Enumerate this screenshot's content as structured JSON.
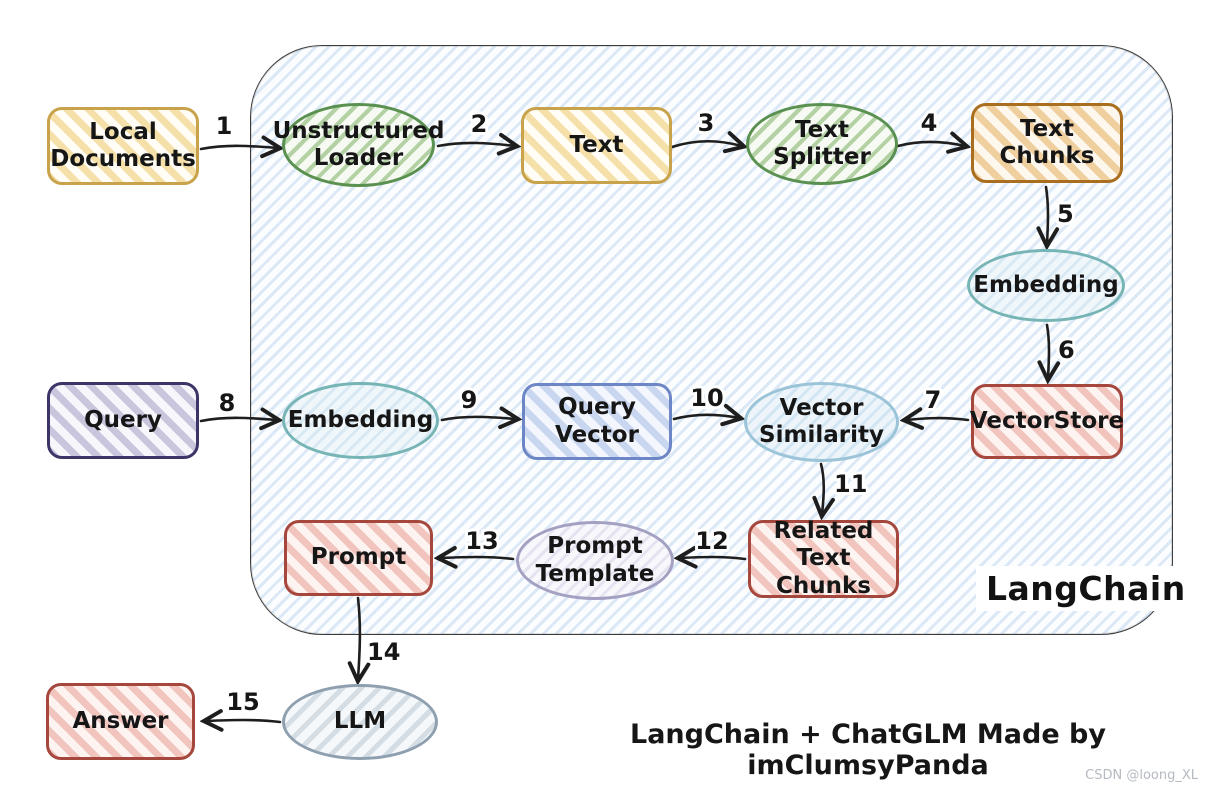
{
  "diagram": {
    "container": {
      "label": "LangChain"
    },
    "caption": "LangChain + ChatGLM Made by imClumsyPanda",
    "watermark": "CSDN @loong_XL",
    "nodes": {
      "local_documents": {
        "lines": [
          "Local",
          "Documents"
        ],
        "shape": "rect",
        "color": "#c8a34b"
      },
      "unstructured_loader": {
        "lines": [
          "Unstructured",
          "Loader"
        ],
        "shape": "ellipse",
        "color": "#5a9150"
      },
      "text": {
        "lines": [
          "Text"
        ],
        "shape": "rect",
        "color": "#c8a34b"
      },
      "text_splitter": {
        "lines": [
          "Text",
          "Splitter"
        ],
        "shape": "ellipse",
        "color": "#5a9150"
      },
      "text_chunks": {
        "lines": [
          "Text",
          "Chunks"
        ],
        "shape": "rect",
        "color": "#aa6e20"
      },
      "embedding_top": {
        "lines": [
          "Embedding"
        ],
        "shape": "ellipse",
        "color": "#76b4b5"
      },
      "vectorstore": {
        "lines": [
          "VectorStore"
        ],
        "shape": "rect",
        "color": "#a6473e"
      },
      "query": {
        "lines": [
          "Query"
        ],
        "shape": "rect",
        "color": "#3c3568"
      },
      "embedding_query": {
        "lines": [
          "Embedding"
        ],
        "shape": "ellipse",
        "color": "#76b4b5"
      },
      "query_vector": {
        "lines": [
          "Query",
          "Vector"
        ],
        "shape": "rect",
        "color": "#6d86c5"
      },
      "vector_similarity": {
        "lines": [
          "Vector",
          "Similarity"
        ],
        "shape": "ellipse",
        "color": "#9bc4d8"
      },
      "related_text_chunks": {
        "lines": [
          "Related",
          "Text Chunks"
        ],
        "shape": "rect",
        "color": "#a6473e"
      },
      "prompt_template": {
        "lines": [
          "Prompt",
          "Template"
        ],
        "shape": "ellipse",
        "color": "#a3a0c2"
      },
      "prompt": {
        "lines": [
          "Prompt"
        ],
        "shape": "rect",
        "color": "#a6473e"
      },
      "llm": {
        "lines": [
          "LLM"
        ],
        "shape": "ellipse",
        "color": "#8e9faf"
      },
      "answer": {
        "lines": [
          "Answer"
        ],
        "shape": "rect",
        "color": "#a6473e"
      }
    },
    "edges": {
      "e1": {
        "label": "1",
        "from": "local_documents",
        "to": "unstructured_loader"
      },
      "e2": {
        "label": "2",
        "from": "unstructured_loader",
        "to": "text"
      },
      "e3": {
        "label": "3",
        "from": "text",
        "to": "text_splitter"
      },
      "e4": {
        "label": "4",
        "from": "text_splitter",
        "to": "text_chunks"
      },
      "e5": {
        "label": "5",
        "from": "text_chunks",
        "to": "embedding_top"
      },
      "e6": {
        "label": "6",
        "from": "embedding_top",
        "to": "vectorstore"
      },
      "e7": {
        "label": "7",
        "from": "vectorstore",
        "to": "vector_similarity"
      },
      "e8": {
        "label": "8",
        "from": "query",
        "to": "embedding_query"
      },
      "e9": {
        "label": "9",
        "from": "embedding_query",
        "to": "query_vector"
      },
      "e10": {
        "label": "10",
        "from": "query_vector",
        "to": "vector_similarity"
      },
      "e11": {
        "label": "11",
        "from": "vector_similarity",
        "to": "related_text_chunks"
      },
      "e12": {
        "label": "12",
        "from": "related_text_chunks",
        "to": "prompt_template"
      },
      "e13": {
        "label": "13",
        "from": "prompt_template",
        "to": "prompt"
      },
      "e14": {
        "label": "14",
        "from": "prompt",
        "to": "llm"
      },
      "e15": {
        "label": "15",
        "from": "llm",
        "to": "answer"
      }
    },
    "palette": {
      "container_hatch": "#bcd5ea",
      "container_border": "#3c3c3c",
      "arrow": "#1e1e1e",
      "text": "#161616",
      "watermark_gray": "#b4bac0"
    }
  }
}
